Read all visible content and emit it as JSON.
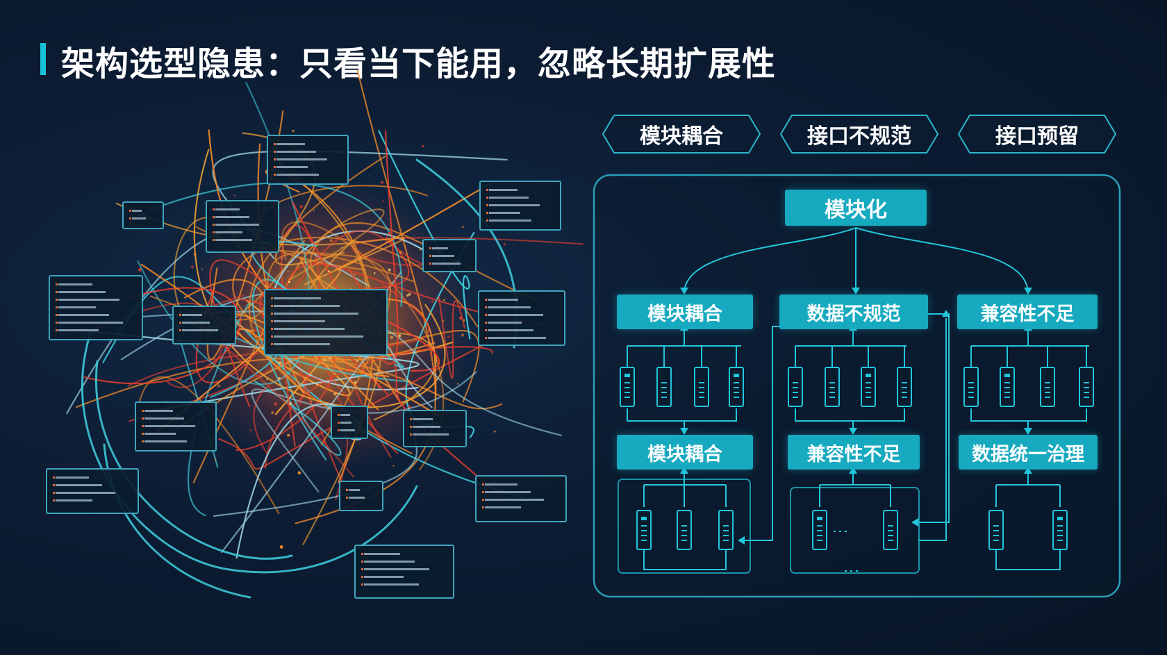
{
  "title": "架构选型隐患：只看当下能用，忽略长期扩展性",
  "tags": [
    "模块耦合",
    "接口不规范",
    "接口预留"
  ],
  "diagram": {
    "root": "模块化",
    "level1": [
      "模块耦合",
      "数据不规范",
      "兼容性不足"
    ],
    "level2": [
      "模块耦合",
      "兼容性不足",
      "数据统一治理"
    ]
  },
  "colors": {
    "accent": "#19c3d6",
    "box_fill": "#16a9bf",
    "line": "#22c7da",
    "hot_red": "#e8402e",
    "hot_orange": "#f08a2a",
    "cool_cyan": "#3fd0e0"
  }
}
